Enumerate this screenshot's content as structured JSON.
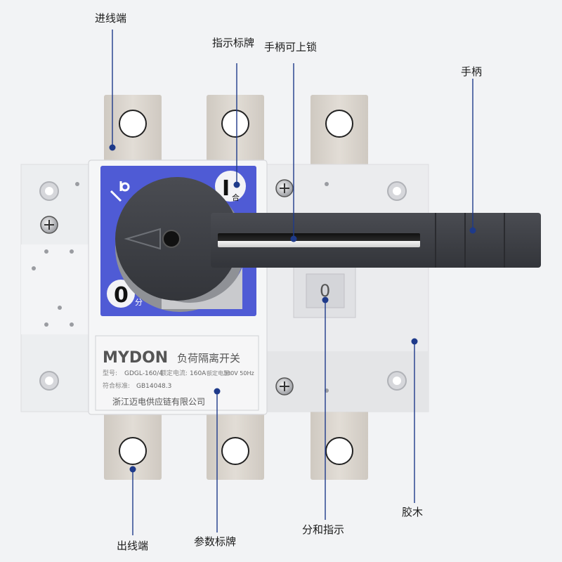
{
  "brand": "MYDON",
  "product_name": "负荷隔离开关",
  "spec_line": {
    "model_label": "型号:",
    "model": "GDGL-160/4",
    "current_label": "额定电流:",
    "current": "160A",
    "voltage_label": "额定电压:",
    "voltage": "380V 50Hz"
  },
  "standard_line": {
    "label": "符合标准:",
    "value": "GB14048.3"
  },
  "company": "浙江迈电供应链有限公司",
  "indicator_on": {
    "symbol": "I",
    "label": "合"
  },
  "indicator_off": {
    "symbol": "0",
    "label": "分"
  },
  "status_window": "0",
  "callouts": {
    "incoming_terminal": "进线端",
    "indicator_plate": "指示标牌",
    "handle_lockable": "手柄可上锁",
    "handle": "手柄",
    "outgoing_terminal": "出线端",
    "parameter_plate": "参数标牌",
    "on_off_indicator": "分和指示",
    "bakelite": "胶木"
  },
  "colors": {
    "background": "#f2f3f5",
    "body": "#e9eaec",
    "copper_terminal": "#d9d4cd",
    "indicator_blue": "#4f5bd5",
    "handle": "#3f4146",
    "callout_line": "#1e3a8a",
    "callout_dot": "#1e3a8a"
  }
}
